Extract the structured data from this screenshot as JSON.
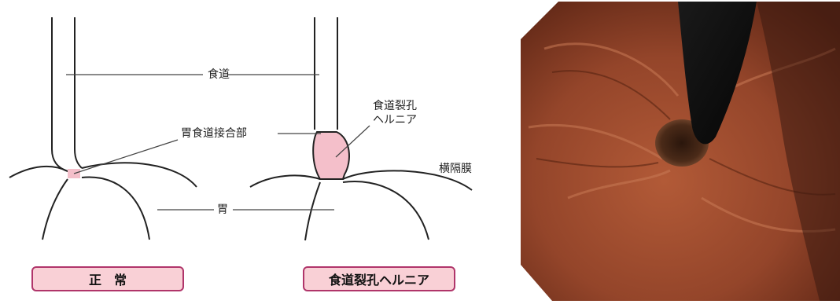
{
  "labels": {
    "esophagus": "食道",
    "gej": "胃食道接合部",
    "hernia_line1": "食道裂孔",
    "hernia_line2": "ヘルニア",
    "diaphragm": "横隔膜",
    "stomach": "胃"
  },
  "captions": {
    "normal": "正　常",
    "hernia": "食道裂孔ヘルニア"
  },
  "colors": {
    "pink_fill": "#f4bfca",
    "badge_border": "#b0356a",
    "badge_fill": "#f9d0d6"
  }
}
